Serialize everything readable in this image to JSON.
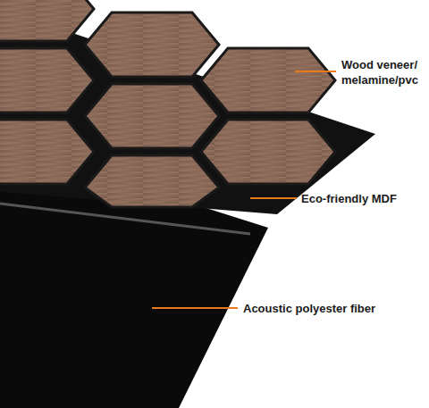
{
  "diagram": {
    "labels": [
      "Wood veneer/ melamine/pvc",
      "Eco-friendly MDF",
      "Acoustic polyester fiber"
    ]
  }
}
